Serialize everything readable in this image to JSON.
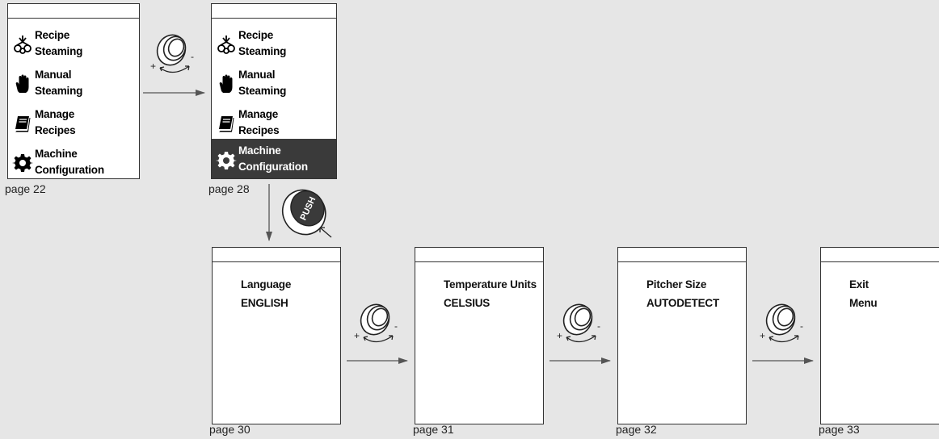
{
  "menu_items": [
    {
      "line1": "Recipe",
      "line2": "Steaming",
      "icon": "pitcher-icon"
    },
    {
      "line1": "Manual",
      "line2": "Steaming",
      "icon": "hand-icon"
    },
    {
      "line1": "Manage",
      "line2": "Recipes",
      "icon": "book-icon"
    },
    {
      "line1": "Machine",
      "line2": "Configuration",
      "icon": "gear-icon"
    }
  ],
  "main_menu": {
    "page": "page 22",
    "selected_index": null
  },
  "config_menu": {
    "page": "page 28",
    "selected_index": 3
  },
  "settings_screens": [
    {
      "title": "Language",
      "value": "ENGLISH",
      "page": "page 30"
    },
    {
      "title": "Temperature Units",
      "value": "CELSIUS",
      "page": "page 31"
    },
    {
      "title": "Pitcher Size",
      "value": "AUTODETECT",
      "page": "page 32"
    },
    {
      "title": "Exit",
      "value": "Menu",
      "page": "page 33"
    }
  ],
  "knob": {
    "plus": "+",
    "minus": "-",
    "push_label": "PUSH"
  },
  "colors": {
    "background": "#e6e6e6",
    "screen": "#ffffff",
    "selected_bg": "#3a3a3a",
    "line": "#333333"
  }
}
